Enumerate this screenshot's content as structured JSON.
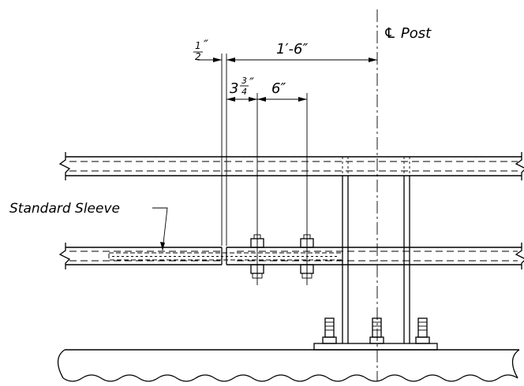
{
  "labels": {
    "post_centerline": "℄ Post",
    "gap_frac_num": "1",
    "gap_frac_den": "2",
    "gap_inch": "″",
    "dim_post": "1′-6″",
    "dim_bolt_whole": "3",
    "dim_bolt_frac_num": "3",
    "dim_bolt_frac_den": "4",
    "dim_bolt_inch": "″",
    "dim_bolt_spacing": "6″",
    "sleeve": "Standard Sleeve"
  }
}
